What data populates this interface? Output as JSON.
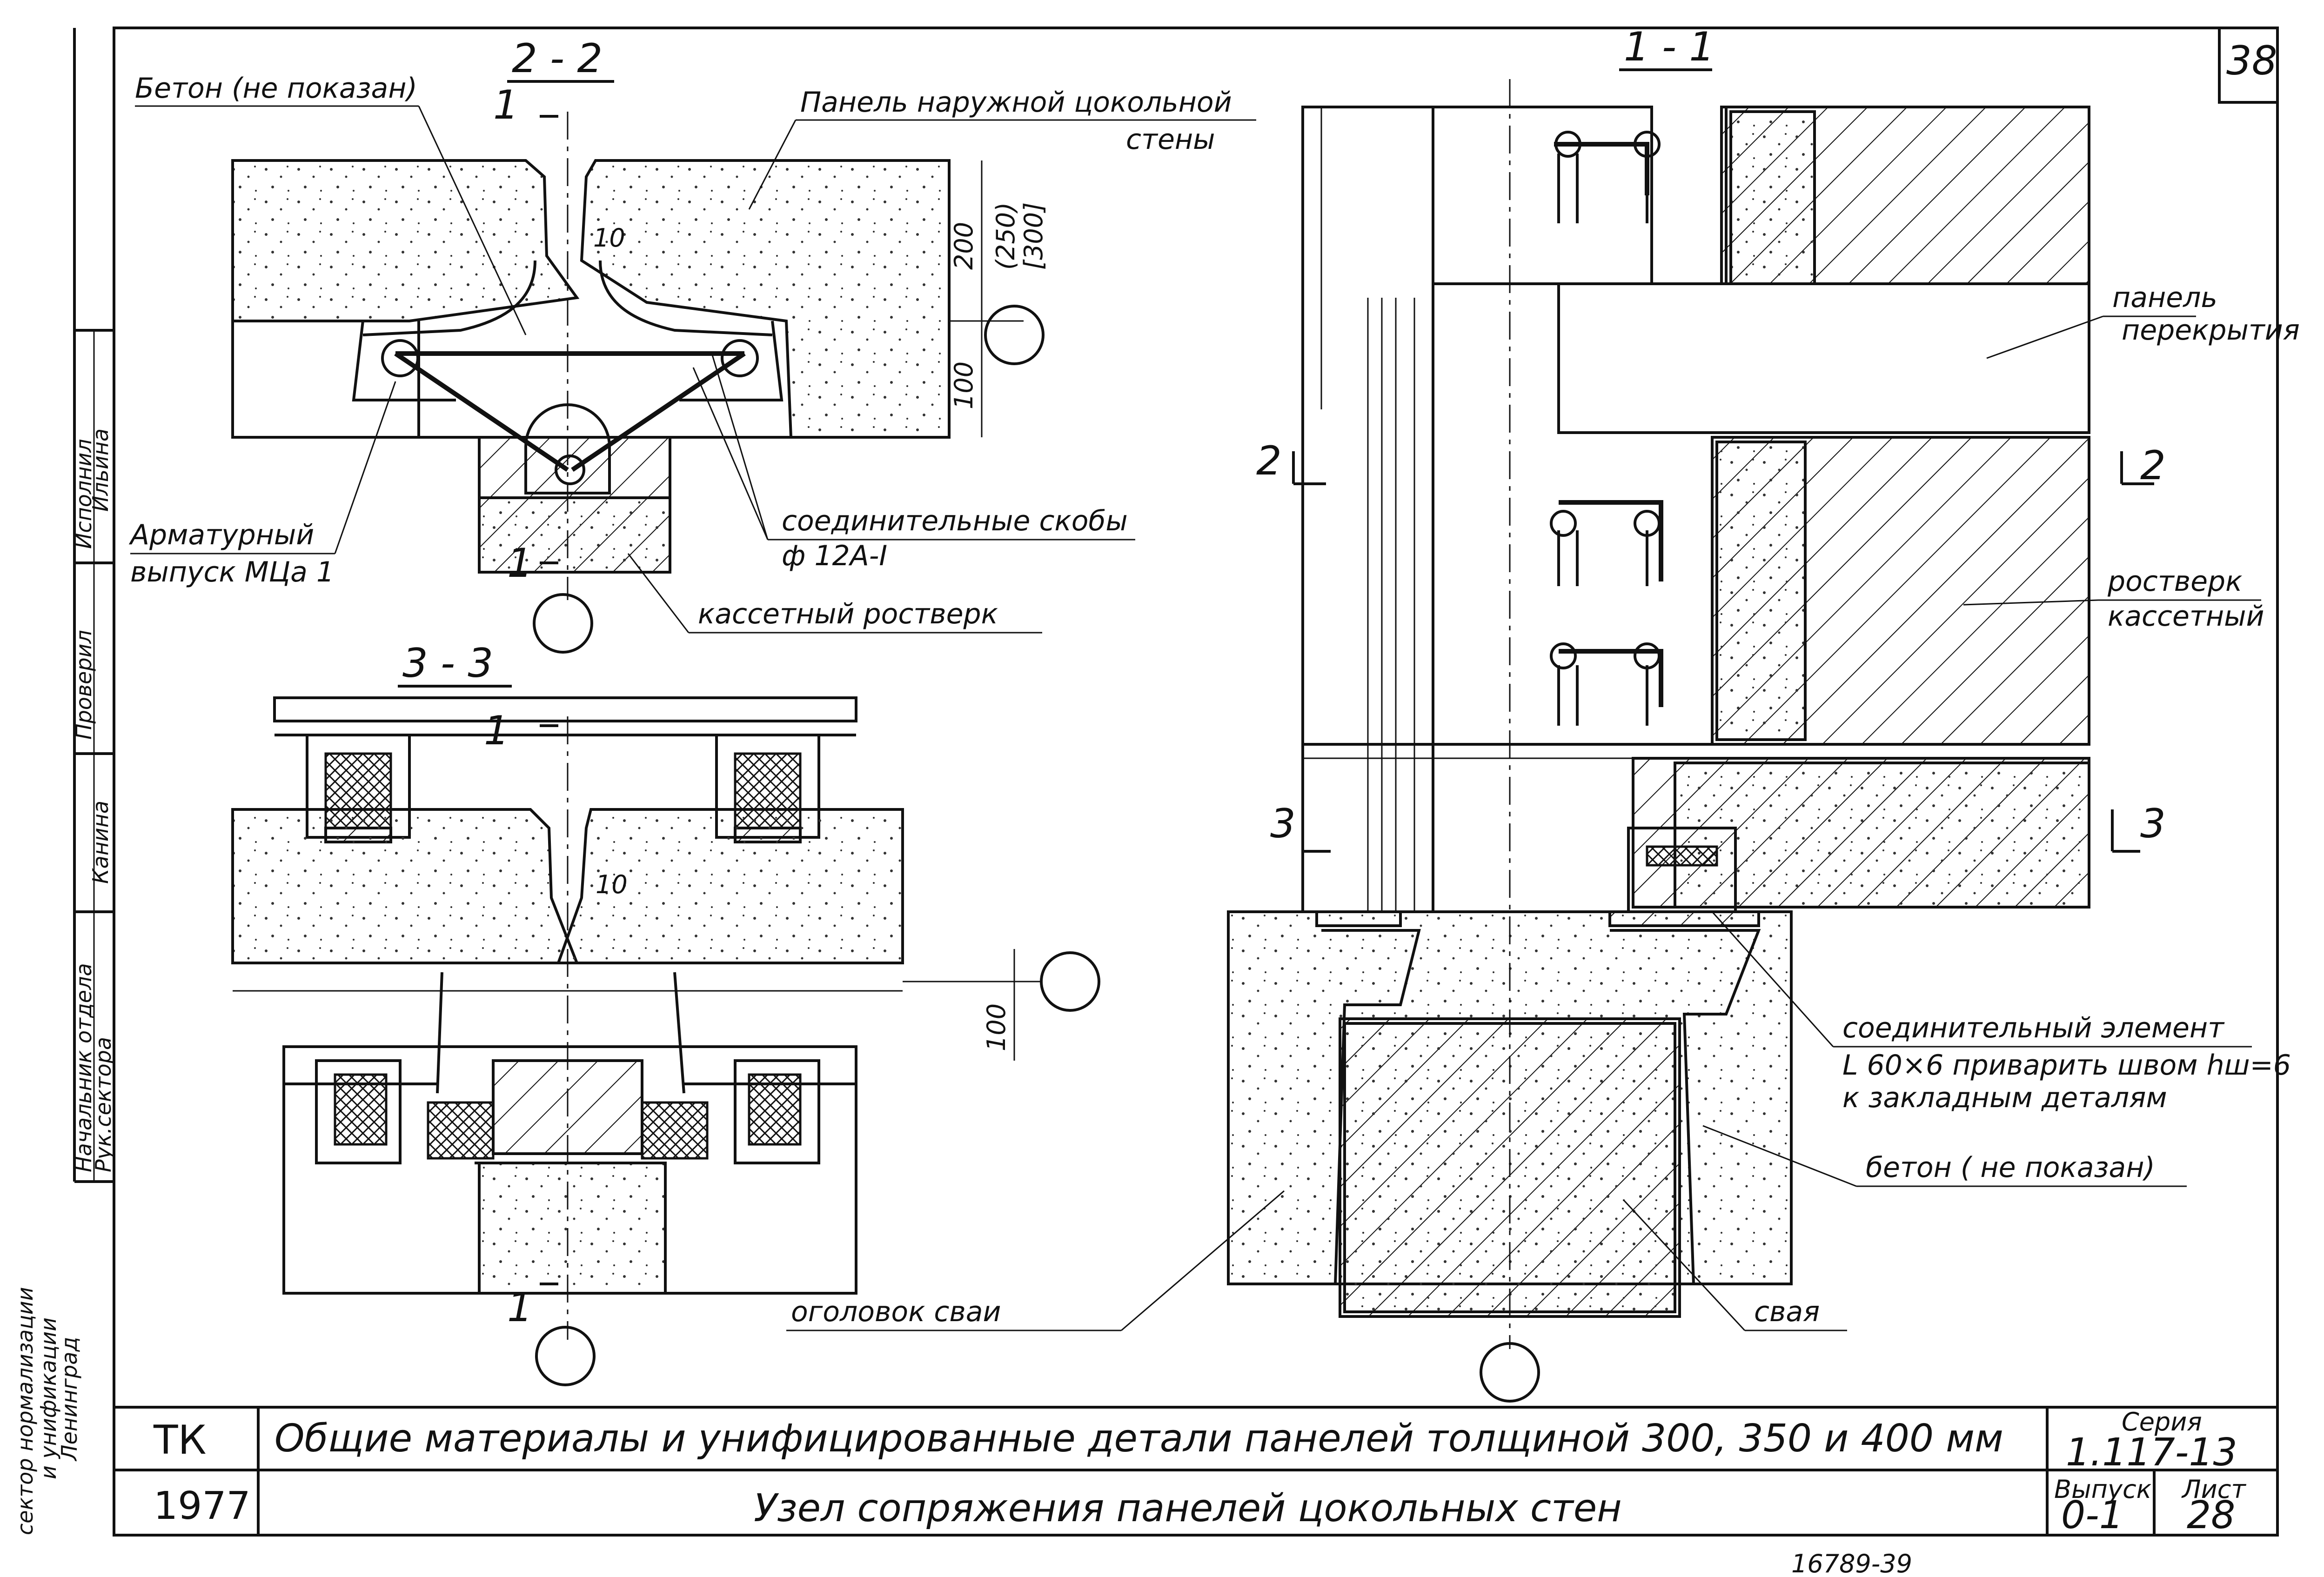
{
  "sheet": {
    "page_number": "38",
    "bottom_number": "16789-39"
  },
  "sections": {
    "s22": "2 - 2",
    "s33": "3 - 3",
    "s11": "1 - 1",
    "cut1": "1",
    "cut2": "2",
    "cut3": "3"
  },
  "labels": {
    "beton_top": "Бетон (не показан)",
    "panel_outer_1": "Панель наружной цокольной",
    "panel_outer_2": "стены",
    "armatura_1": "Арматурный",
    "armatura_2": "выпуск МЦа 1",
    "skoby_1": "соединительные скобы",
    "skoby_2": "ф 12А-I",
    "kasset_rostverk": "кассетный ростверк",
    "panel_perekr_1": "панель",
    "panel_perekr_2": "перекрытия",
    "rostverk_1": "ростверк",
    "rostverk_2": "кассетный",
    "soed_el_1": "соединительный элемент",
    "soed_el_2": "L 60×6 приварить швом hш=6",
    "soed_el_3": "к закладным деталям",
    "beton_right": "бетон ( не показан)",
    "ogolovok": "оголовок сваи",
    "svaya": "свая"
  },
  "dimensions": {
    "d10a": "10",
    "d10b": "10",
    "d200": "200",
    "d250": "(250)",
    "d300": "[300]",
    "d100a": "100",
    "d100b": "100"
  },
  "stamp": {
    "row1": "Начальник отдела",
    "row2": "Рук.сектора",
    "row3": "Проверил",
    "row4": "Исполнил",
    "name1": "Канина",
    "name2": "Ильина",
    "org_1": "сектор нормализации",
    "org_2": "и унификации",
    "org_3": "Ленинград"
  },
  "title_block": {
    "org": "ТК",
    "year": "1977",
    "title": "Общие материалы и унифицированные детали панелей толщиной 300, 350 и 400 мм",
    "subtitle": "Узел сопряжения панелей цокольных стен",
    "series_label": "Серия",
    "series_value": "1.117-13",
    "issue_label": "Выпуск",
    "issue_value": "0-1",
    "sheet_label": "Лист",
    "sheet_value": "28"
  }
}
